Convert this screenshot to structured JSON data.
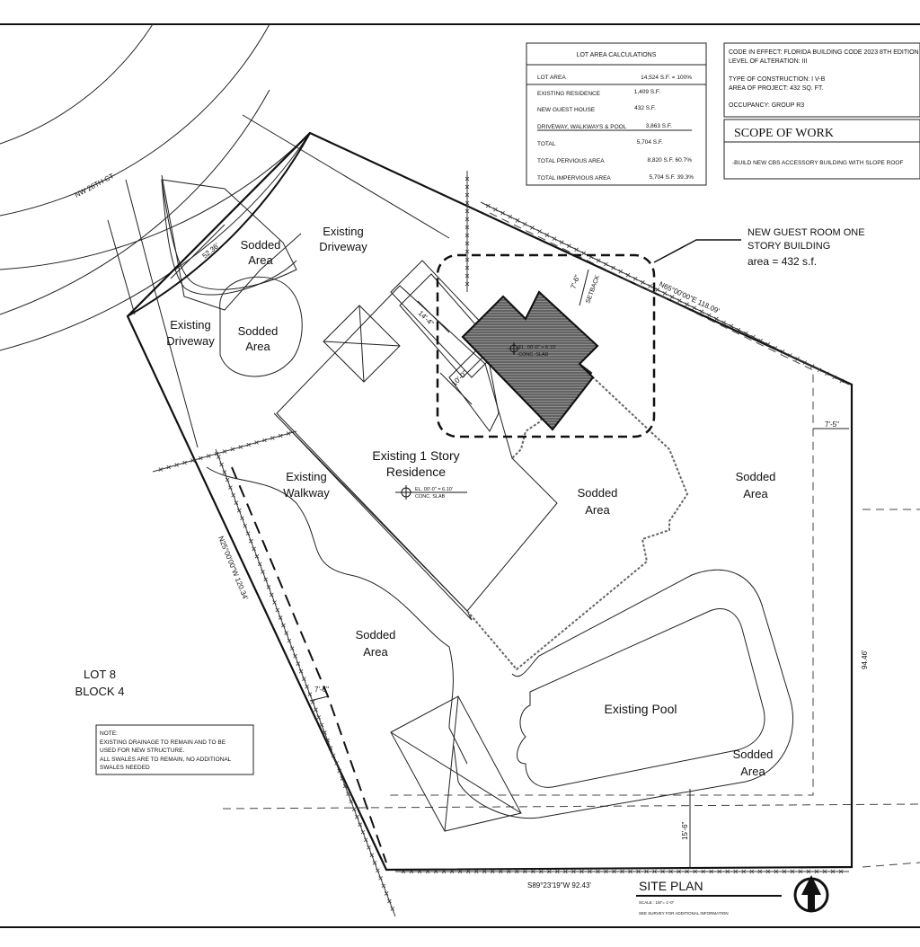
{
  "lot_calc": {
    "title": "LOT AREA CALCULATIONS",
    "rows": [
      {
        "label": "LOT AREA",
        "value": "14,524 S.F. = 100%"
      },
      {
        "label": "EXISTING RESIDENCE",
        "value": "1,409 S.F."
      },
      {
        "label": "NEW GUEST HOUSE",
        "value": "432 S.F."
      },
      {
        "label": "DRIVEWAY, WALKWAYS & POOL",
        "value": "3,863 S.F."
      },
      {
        "label": "TOTAL",
        "value": "5,704 S.F."
      },
      {
        "label": "TOTAL PERVIOUS AREA",
        "value": "8,820 S.F.  60.7%"
      },
      {
        "label": "TOTAL IMPERVIOUS AREA",
        "value": "5,704 S.F.  39.3%"
      }
    ]
  },
  "code": {
    "line1": "CODE IN EFFECT: FLORIDA BUILDING CODE 2023 8TH EDITION",
    "line2": "LEVEL OF ALTERATION: III",
    "line3": "TYPE OF CONSTRUCTION: I V-B",
    "line4": "AREA OF PROJECT: 432 SQ. FT.",
    "line5": "OCCUPANCY: GROUP R3"
  },
  "scope": {
    "title": "SCOPE OF WORK",
    "text": "-BUILD NEW CBS ACCESSORY BUILDING WITH SLOPE ROOF"
  },
  "callout": {
    "line1": "NEW GUEST ROOM ONE",
    "line2": "STORY BUILDING",
    "line3": "area = 432 s.f."
  },
  "labels": {
    "street": "NW 26TH CT",
    "sodded_1a": "Sodded",
    "sodded_1b": "Area",
    "drive_top_a": "Existing",
    "drive_top_b": "Driveway",
    "drive_left_a": "Existing",
    "drive_left_b": "Driveway",
    "sodded_2a": "Sodded",
    "sodded_2b": "Area",
    "residence_a": "Existing 1 Story",
    "residence_b": "Residence",
    "walkway_a": "Existing",
    "walkway_b": "Walkway",
    "sodded_3a": "Sodded",
    "sodded_3b": "Area",
    "sodded_4a": "Sodded",
    "sodded_4b": "Area",
    "sodded_5a": "Sodded",
    "sodded_5b": "Area",
    "sodded_6a": "Sodded",
    "sodded_6b": "Area",
    "pool": "Existing Pool",
    "lot_a": "LOT 8",
    "lot_b": "BLOCK 4",
    "el_new_a": "EL. 00'-0\" = 6.10'",
    "el_new_b": "CONC. SLAB",
    "el_res_a": "EL. 00'-0\" = 6.10'",
    "el_res_b": "CONC. SLAB"
  },
  "dimensions": {
    "arc": "52.36'",
    "setback_a": "7'-6\"",
    "setback_b": "SETBACK",
    "bearing_ne": "N65°00'00\"E 118.09'",
    "dim_14": "14'-4\"",
    "dim_10": "10'-0\"",
    "dim_7_5": "7'-5\"",
    "bearing_w": "N25°00'00\"W 120.34'",
    "dim_94": "94.46'",
    "dim_7_6": "7'-6\"",
    "dim_15_6": "15'-6\"",
    "bearing_s": "S89°23'19\"W 92.43'"
  },
  "note": {
    "title": "NOTE:",
    "l1": "EXISTING DRAINAGE TO REMAIN AND TO BE",
    "l2": "USED FOR NEW STRUCTURE.",
    "l3": "ALL SWALES ARE TO REMAIN, NO ADDITIONAL",
    "l4": "SWALES NEEDED"
  },
  "title_block": {
    "title": "SITE PLAN",
    "scale": "SCALE : 1/8\"= 1'-0\"",
    "survey": "SEE SURVEY FOR ADDITIONAL INFORMATION"
  },
  "icons": {
    "north": "north-arrow-icon",
    "datum": "crosshair-datum-icon"
  }
}
